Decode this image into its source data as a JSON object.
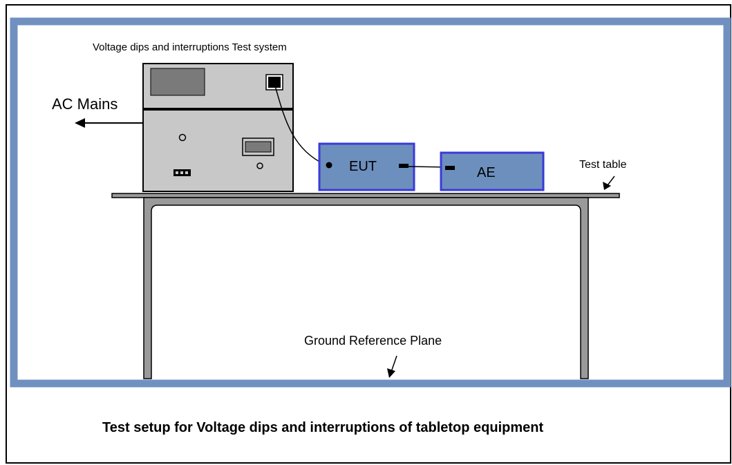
{
  "system_label": "Voltage dips and interruptions Test system",
  "ac_mains_label": "AC Mains",
  "eut_label": "EUT",
  "ae_label": "AE",
  "test_table_label": "Test table",
  "ground_plane_label": "Ground Reference Plane",
  "caption": "Test setup for Voltage dips and interruptions of tabletop equipment",
  "colors": {
    "frame_blue": "#7090c0",
    "box_fill": "#6d8fbd",
    "box_border": "#3a3ad8",
    "generator_gray": "#c8c8c8",
    "screen_gray": "#7a7a7a",
    "table_gray": "#9a9a9a"
  }
}
